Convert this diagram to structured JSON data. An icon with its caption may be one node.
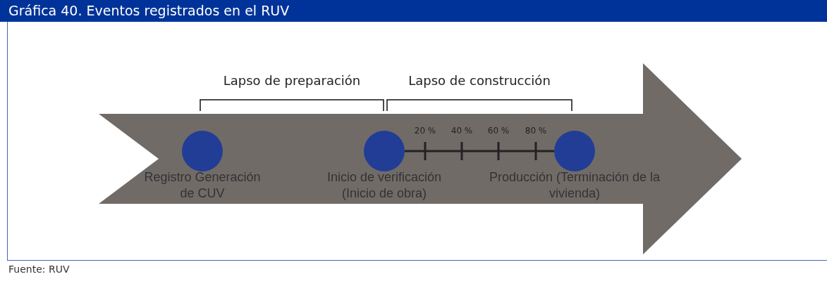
{
  "diagram": {
    "title": "Gráfica 40. Eventos registrados en el RUV",
    "caption": "Fuente: RUV",
    "nodes": [
      {
        "text": [],
        "shape": "circle",
        "beside": [
          "Registro Generación de CUV"
        ]
      },
      {
        "text": [],
        "shape": "circle",
        "beside": [
          "Inicio de verificación (Inicio de obra)"
        ]
      },
      {
        "text": [],
        "shape": "circle",
        "beside": [
          "Producción (Terminación de la vivienda)"
        ]
      }
    ],
    "edges": [
      {
        "from": 1,
        "to": 2,
        "arrow": "none"
      }
    ],
    "labels": [
      "Lapso de preparación",
      "Lapso de construcción",
      "20 %",
      "40 %",
      "60 %",
      "80 %"
    ]
  }
}
